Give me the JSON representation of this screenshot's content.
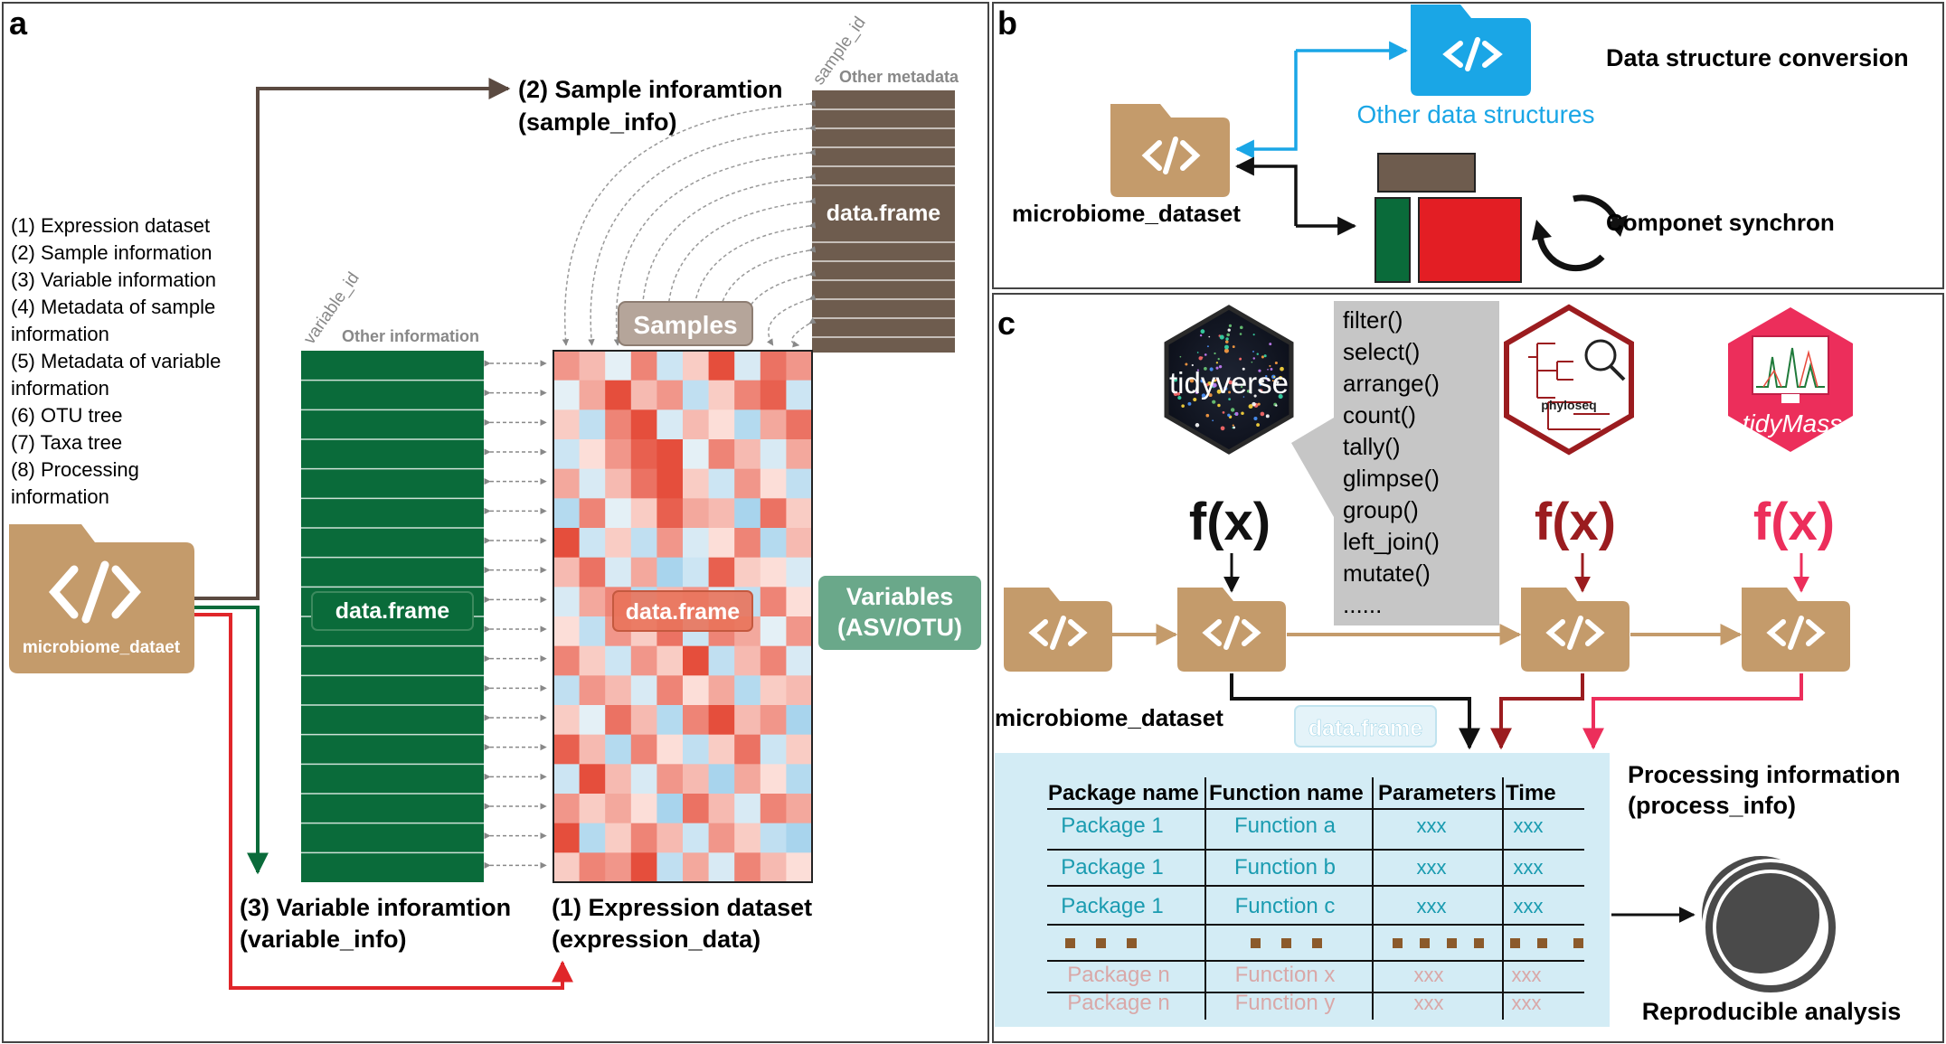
{
  "panel_a": {
    "letter": "a",
    "list": [
      "(1) Expression dataset",
      "(2) Sample information",
      "(3) Variable information",
      "(4) Metadata of sample",
      "information",
      "(5) Metadata of variable",
      "information",
      "(6) OTU tree",
      "(7) Taxa tree",
      "(8) Processing",
      "information"
    ],
    "folder_label": "microbiome_dataet",
    "sample_info_title": "(2) Sample inforamtion",
    "sample_info_sub": "(sample_info)",
    "sample_id": "sample_id",
    "other_metadata": "Other metadata",
    "variable_id": "variable_id",
    "other_information": "Other information",
    "data_frame": "data.frame",
    "samples": "Samples",
    "variables_line1": "Variables",
    "variables_line2": "(ASV/OTU)",
    "variable_info_title": "(3) Variable inforamtion",
    "variable_info_sub": "(variable_info)",
    "expression_title": "(1) Expression dataset",
    "expression_sub": "(expression_data)"
  },
  "panel_b": {
    "letter": "b",
    "title": "Data structure conversion",
    "other_structures": "Other data structures",
    "dataset_label": "microbiome_dataset",
    "sync_label": "Componet synchron"
  },
  "panel_c": {
    "letter": "c",
    "tidyverse": "tidyverse",
    "phyloseq": "phyloseq",
    "tidymass": "tidyMass",
    "functions": [
      "filter()",
      "select()",
      "arrange()",
      "count()",
      "tally()",
      "glimpse()",
      "group()",
      "left_join()",
      "mutate()",
      "......"
    ],
    "fx": "f(x)",
    "dataset_label": "microbiome_dataset",
    "data_frame": "data.frame",
    "processing_title": "Processing information",
    "processing_sub": "(process_info)",
    "reproducible": "Reproducible analysis",
    "table": {
      "headers": [
        "Package name",
        "Function name",
        "Parameters",
        "Time"
      ],
      "rows": [
        [
          "Package 1",
          "Function a",
          "xxx",
          "xxx"
        ],
        [
          "Package 1",
          "Function b",
          "xxx",
          "xxx"
        ],
        [
          "Package 1",
          "Function c",
          "xxx",
          "xxx"
        ],
        [
          "Package n",
          "Function x",
          "xxx",
          "xxx"
        ],
        [
          "Package n",
          "Function y",
          "xxx",
          "xxx"
        ]
      ]
    }
  },
  "colors": {
    "folder": "#c49b6b",
    "brown_arrow": "#5b4a41",
    "green": "#0a6b3a",
    "red": "#e0262a",
    "blue": "#1aa6e6",
    "teal_text": "#1a9bb0",
    "table_bg": "#d3ecf5",
    "phyloseq_red": "#9b1c1f",
    "tidymass_pink": "#ec2e5b"
  },
  "heatmap": [
    [
      0.5,
      0.3,
      -0.1,
      0.6,
      -0.3,
      0.2,
      0.9,
      -0.2,
      0.7,
      0.5
    ],
    [
      -0.1,
      0.4,
      0.9,
      0.3,
      0.5,
      -0.4,
      0.2,
      0.6,
      0.8,
      -0.3
    ],
    [
      0.2,
      -0.4,
      0.6,
      0.9,
      -0.2,
      0.3,
      0.1,
      -0.5,
      0.4,
      0.7
    ],
    [
      -0.3,
      0.1,
      0.5,
      0.8,
      0.9,
      -0.1,
      0.6,
      0.3,
      -0.2,
      0.4
    ],
    [
      0.4,
      -0.2,
      0.3,
      0.7,
      0.9,
      0.2,
      -0.3,
      0.5,
      0.1,
      -0.4
    ],
    [
      -0.5,
      0.6,
      -0.1,
      0.2,
      0.8,
      0.4,
      0.3,
      -0.6,
      0.7,
      0.2
    ],
    [
      0.9,
      -0.3,
      0.2,
      -0.4,
      0.5,
      -0.2,
      0.1,
      0.6,
      -0.5,
      0.3
    ],
    [
      0.3,
      0.7,
      -0.2,
      0.4,
      -0.6,
      -0.3,
      0.8,
      0.2,
      0.1,
      -0.2
    ],
    [
      -0.2,
      0.4,
      0.6,
      -0.5,
      0.3,
      0.5,
      -0.2,
      -0.4,
      0.6,
      0.1
    ],
    [
      0.1,
      -0.4,
      0.5,
      0.2,
      0.7,
      -0.3,
      0.6,
      0.4,
      -0.1,
      0.5
    ],
    [
      0.6,
      0.2,
      -0.3,
      0.5,
      0.2,
      0.9,
      -0.4,
      0.3,
      0.6,
      -0.2
    ],
    [
      -0.4,
      0.5,
      0.3,
      -0.2,
      0.6,
      0.1,
      0.4,
      -0.5,
      0.2,
      0.3
    ],
    [
      0.2,
      -0.1,
      0.7,
      0.3,
      -0.5,
      0.6,
      0.9,
      0.3,
      0.5,
      -0.6
    ],
    [
      0.8,
      0.3,
      -0.5,
      0.6,
      0.1,
      -0.4,
      0.2,
      0.7,
      -0.3,
      0.2
    ],
    [
      -0.3,
      0.9,
      0.3,
      -0.2,
      0.5,
      0.3,
      -0.6,
      0.4,
      0.1,
      -0.5
    ],
    [
      0.5,
      0.2,
      0.4,
      0.1,
      -0.6,
      0.7,
      0.3,
      -0.2,
      0.6,
      0.4
    ],
    [
      0.9,
      -0.5,
      0.2,
      0.6,
      0.3,
      -0.3,
      0.5,
      0.2,
      -0.4,
      -0.6
    ],
    [
      0.2,
      0.6,
      0.5,
      0.9,
      -0.4,
      0.4,
      -0.2,
      0.6,
      0.3,
      0.1
    ]
  ]
}
